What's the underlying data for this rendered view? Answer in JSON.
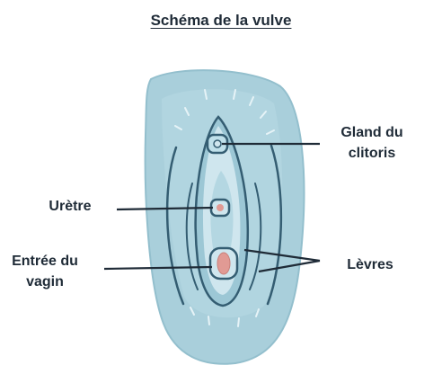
{
  "diagram": {
    "title": "Schéma de la vulve",
    "labels": {
      "gland_line1": "Gland du",
      "gland_line2": "clitoris",
      "uretre": "Urètre",
      "vagin_line1": "Entrée du",
      "vagin_line2": "vagin",
      "levres": "Lèvres"
    },
    "colors": {
      "outer": "#a9cfdb",
      "outer_edge": "#93bfcd",
      "inner_light": "#cfe6ee",
      "line_dark": "#345d72",
      "accent_pink": "#e19a94",
      "text": "#1f2b37"
    }
  }
}
